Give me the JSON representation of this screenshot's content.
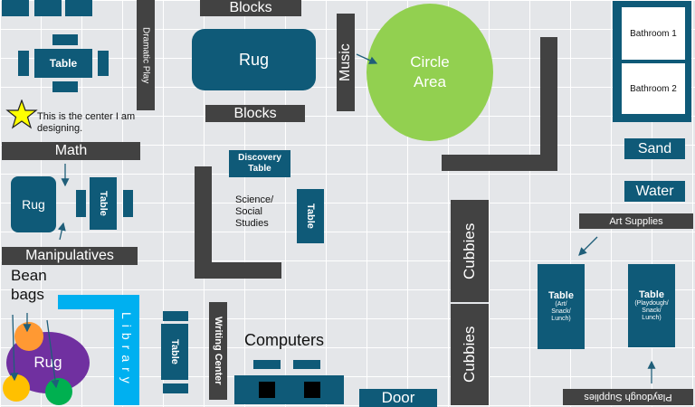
{
  "labels": {
    "blocks_top": "Blocks",
    "blocks_bottom": "Blocks",
    "rug_main": "Rug",
    "dramatic_play": "Dramatic Play",
    "music": "Music",
    "circle_area": "Circle Area",
    "bathroom_1": "Bathroom 1",
    "bathroom_2": "Bathroom 2",
    "sand": "Sand",
    "water": "Water",
    "art_supplies": "Art Supplies",
    "table_top_left": "Table",
    "star_note": "This is the center I am designing.",
    "math": "Math",
    "rug_math": "Rug",
    "table_math": "Table",
    "manipulatives": "Manipulatives",
    "bean_bags": "Bean bags",
    "rug_bean": "Rug",
    "library": "Library",
    "discovery_table": "Discovery Table",
    "science_social_studies": "Science/ Social Studies",
    "table_science": "Table",
    "table_writing": "Table",
    "writing_center": "Writing Center",
    "computers": "Computers",
    "door": "Door",
    "cubbies_1": "Cubbies",
    "cubbies_2": "Cubbies",
    "table_art": "Table",
    "table_art_sub": "(Art/ Snack/ Lunch)",
    "table_play": "Table",
    "table_play_sub": "(Playdough/ Snack/ Lunch)",
    "playdough_supplies": "Playdough Supplies"
  },
  "colors": {
    "furniture": "#0f5a78",
    "wall": "#424242",
    "circle_area": "#92d050",
    "bean_rug": "#7030a0",
    "bean_bag_orange": "#ff9933",
    "bean_bag_yellow": "#ffc000",
    "bean_bag_green": "#00b050",
    "library_shelf": "#00b0f0",
    "star": "#ffff00",
    "grid_background": "#e4e6e9"
  }
}
